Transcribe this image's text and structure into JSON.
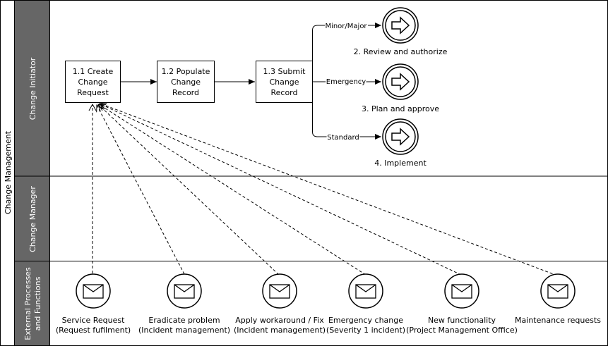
{
  "pool": {
    "label": "Change Management"
  },
  "lanes": [
    {
      "id": "initiator",
      "label": "Change Initiator"
    },
    {
      "id": "manager",
      "label": "Change Manager"
    },
    {
      "id": "external",
      "label_lines": [
        "External Processes",
        "and Functions"
      ]
    }
  ],
  "tasks": [
    {
      "id": "t1",
      "lines": [
        "1.1 Create",
        "Change",
        "Request"
      ]
    },
    {
      "id": "t2",
      "lines": [
        "1.2 Populate",
        "Change",
        "Record"
      ]
    },
    {
      "id": "t3",
      "lines": [
        "1.3 Submit",
        "Change",
        "Record"
      ]
    }
  ],
  "ends": [
    {
      "id": "e1",
      "edge_label": "Minor/Major",
      "caption": "2. Review and authorize"
    },
    {
      "id": "e2",
      "edge_label": "Emergency",
      "caption": "3. Plan and approve"
    },
    {
      "id": "e3",
      "edge_label": "Standard",
      "caption": "4. Implement"
    }
  ],
  "messages": [
    {
      "id": "m1",
      "lines": [
        "Service Request",
        "(Request fufilment)"
      ]
    },
    {
      "id": "m2",
      "lines": [
        "Eradicate problem",
        "(Incident management)"
      ]
    },
    {
      "id": "m3",
      "lines": [
        "Apply workaround  / Fix",
        "(Incident management)"
      ]
    },
    {
      "id": "m4",
      "lines": [
        "Emergency change",
        "(Severity 1 incident)"
      ]
    },
    {
      "id": "m5",
      "lines": [
        "New functionality",
        "(Project Management Office)"
      ]
    },
    {
      "id": "m6",
      "lines": [
        "Maintenance requests"
      ]
    }
  ],
  "colors": {
    "lane_header": "#666666",
    "pool_header": "#ffffff",
    "stroke": "#000000"
  }
}
